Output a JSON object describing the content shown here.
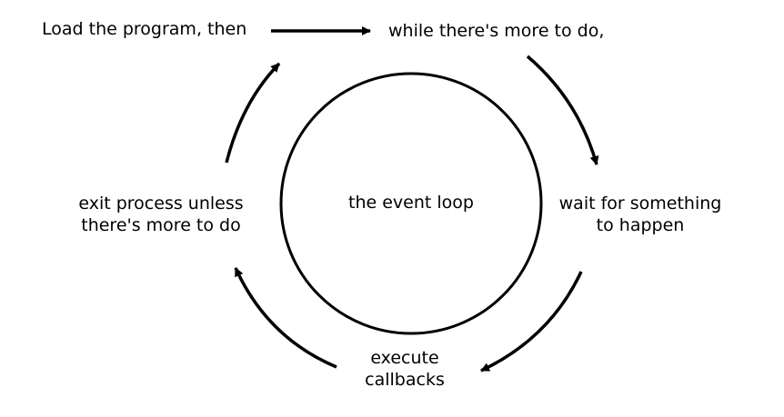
{
  "diagram": {
    "colors": {
      "stroke": "#000000",
      "background": "#ffffff"
    },
    "center_label": "the event loop",
    "steps": {
      "start": "Load the program, then",
      "loop_check": "while there's more to do,",
      "wait": [
        "wait for something",
        "to happen"
      ],
      "execute": [
        "execute",
        "callbacks"
      ],
      "exit": [
        "exit process unless",
        "there's more to do"
      ]
    }
  }
}
